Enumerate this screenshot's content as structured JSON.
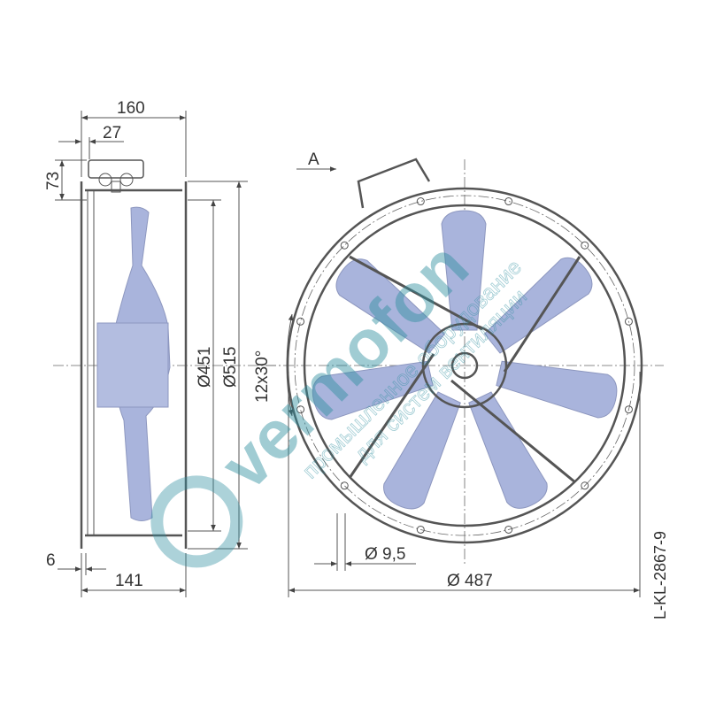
{
  "drawing": {
    "dimensions": {
      "width_total": "160",
      "box_offset": "27",
      "box_height": "73",
      "inner_diameter": "Ø451",
      "outer_diameter": "Ø515",
      "bolt_spacing": "12x30°",
      "flange_thickness": "6",
      "casing_depth": "141",
      "hole_diameter": "Ø 9,5",
      "bolt_circle": "Ø 487"
    },
    "view_label": "A",
    "drawing_code": "L-KL-2867-9",
    "blade_color": "#a9b4dc",
    "line_color": "#555555"
  },
  "watermark": {
    "brand": "vermofon",
    "line1": "промышленное оборудование",
    "line2": "для систем вентиляции"
  }
}
